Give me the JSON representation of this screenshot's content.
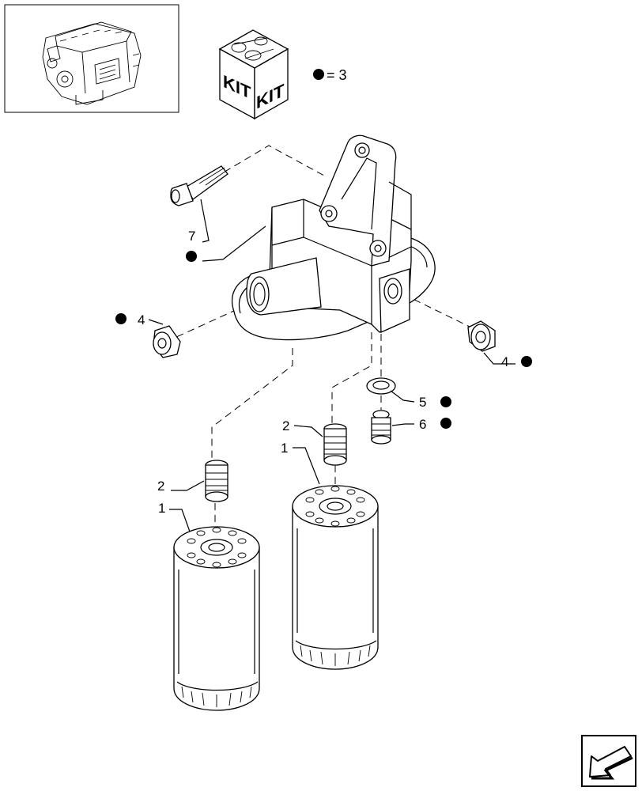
{
  "kit": {
    "label_left": "KIT",
    "label_right": "KIT",
    "legend_value": "= 3"
  },
  "callouts": {
    "c1a": "1",
    "c1b": "1",
    "c2a": "2",
    "c2b": "2",
    "c4a": "4",
    "c4b": "4",
    "c5": "5",
    "c6": "6",
    "c7": "7"
  },
  "icons": {
    "engine_thumbnail": "engine-thumbnail-icon",
    "kit_box": "kit-box-icon",
    "navigate": "next-page-arrow-icon"
  }
}
